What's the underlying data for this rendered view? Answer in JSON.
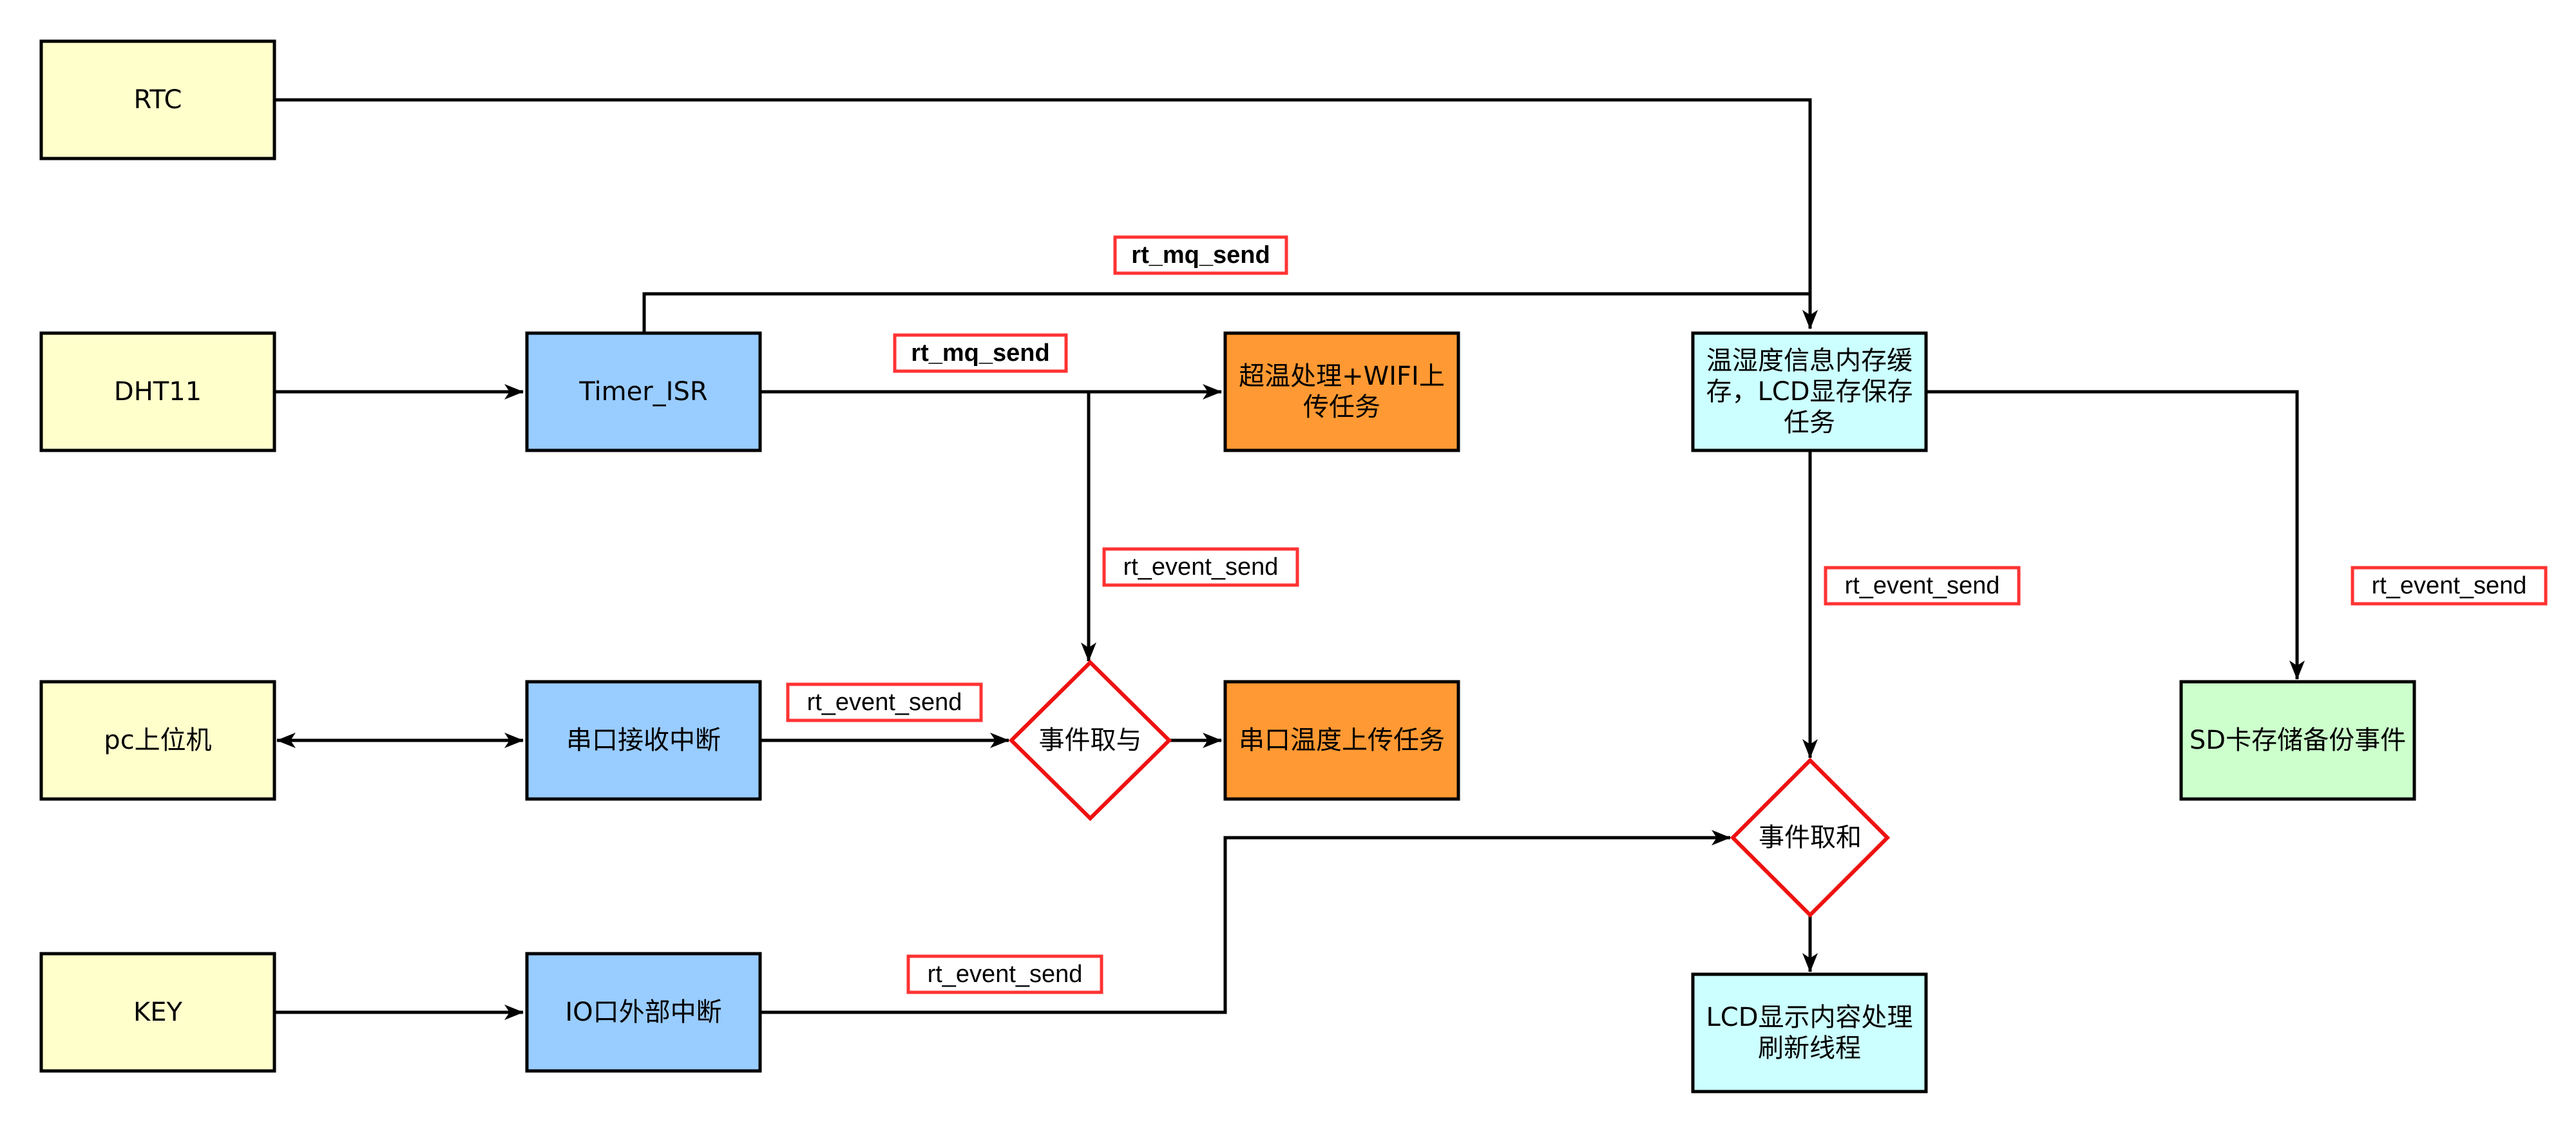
{
  "nodes": [
    {
      "id": "rtc",
      "label": [
        "RTC"
      ],
      "shape": "rect",
      "color": "#ffffcc"
    },
    {
      "id": "dht11",
      "label": [
        "DHT11"
      ],
      "shape": "rect",
      "color": "#ffffcc"
    },
    {
      "id": "pc-host",
      "label": [
        "pc上位机"
      ],
      "shape": "rect",
      "color": "#ffffcc"
    },
    {
      "id": "key",
      "label": [
        "KEY"
      ],
      "shape": "rect",
      "color": "#ffffcc"
    },
    {
      "id": "timer-isr",
      "label": [
        "Timer_ISR"
      ],
      "shape": "rect",
      "color": "#99ccff"
    },
    {
      "id": "uart-rx-isr",
      "label": [
        "串口接收中断"
      ],
      "shape": "rect",
      "color": "#99ccff"
    },
    {
      "id": "io-ext-isr",
      "label": [
        "IO口外部中断"
      ],
      "shape": "rect",
      "color": "#99ccff"
    },
    {
      "id": "overtemp-wifi-task",
      "label": [
        "超温处理+WIFI上",
        "传任务"
      ],
      "shape": "rect",
      "color": "#ff9933"
    },
    {
      "id": "uart-temp-upload-task",
      "label": [
        "串口温度上传任务"
      ],
      "shape": "rect",
      "color": "#ff9933"
    },
    {
      "id": "event-and",
      "label": [
        "事件取与"
      ],
      "shape": "diamond",
      "color": "#ffffff"
    },
    {
      "id": "cache-task",
      "label": [
        "温湿度信息内存缓",
        "存，LCD显存保存",
        "任务"
      ],
      "shape": "rect",
      "color": "#ccffff"
    },
    {
      "id": "event-or",
      "label": [
        "事件取和"
      ],
      "shape": "diamond",
      "color": "#ffffff"
    },
    {
      "id": "lcd-refresh-thread",
      "label": [
        "LCD显示内容处理",
        "刷新线程"
      ],
      "shape": "rect",
      "color": "#ccffff"
    },
    {
      "id": "sd-backup-event",
      "label": [
        "SD卡存储备份事件"
      ],
      "shape": "rect",
      "color": "#ccffcc"
    }
  ],
  "edges": [
    {
      "from": "rtc",
      "to": "cache-task"
    },
    {
      "from": "dht11",
      "to": "timer-isr"
    },
    {
      "from": "timer-isr",
      "to": "cache-task"
    },
    {
      "from": "timer-isr",
      "to": "overtemp-wifi-task"
    },
    {
      "from": "timer-isr",
      "to": "event-and"
    },
    {
      "from": "pc-host",
      "to": "uart-rx-isr",
      "bidirectional": true
    },
    {
      "from": "uart-rx-isr",
      "to": "event-and"
    },
    {
      "from": "event-and",
      "to": "uart-temp-upload-task"
    },
    {
      "from": "key",
      "to": "io-ext-isr"
    },
    {
      "from": "io-ext-isr",
      "to": "event-or"
    },
    {
      "from": "cache-task",
      "to": "event-or"
    },
    {
      "from": "event-or",
      "to": "lcd-refresh-thread"
    },
    {
      "from": "cache-task",
      "to": "sd-backup-event"
    }
  ],
  "edge_labels": [
    {
      "id": "mq-send-top",
      "text": "rt_mq_send",
      "bold": true
    },
    {
      "id": "mq-send-timer",
      "text": "rt_mq_send",
      "bold": true
    },
    {
      "id": "event-send-timer",
      "text": "rt_event_send",
      "bold": false
    },
    {
      "id": "event-send-uart",
      "text": "rt_event_send",
      "bold": false
    },
    {
      "id": "event-send-io",
      "text": "rt_event_send",
      "bold": false
    },
    {
      "id": "event-send-cache",
      "text": "rt_event_send",
      "bold": false
    },
    {
      "id": "event-send-sd",
      "text": "rt_event_send",
      "bold": false
    }
  ],
  "colors": {
    "stroke": "#000000",
    "label_border": "#ff3333",
    "diamond_stroke": "#ee1111"
  }
}
